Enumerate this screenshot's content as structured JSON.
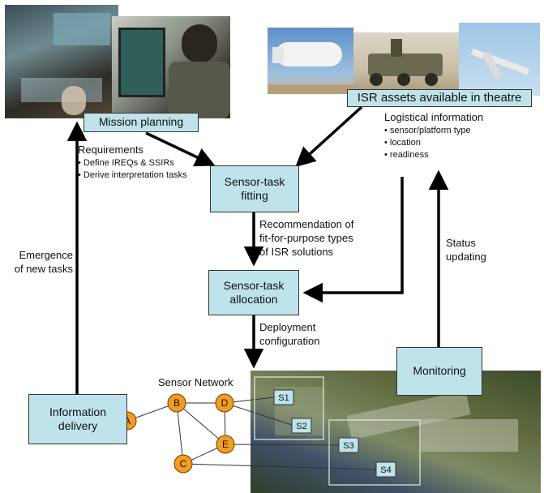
{
  "boxes": {
    "mission_planning": "Mission planning",
    "isr_assets": "ISR assets available in theatre",
    "sensor_task_fitting": [
      "Sensor-task",
      "fitting"
    ],
    "sensor_task_allocation": [
      "Sensor-task",
      "allocation"
    ],
    "information_delivery": [
      "Information",
      "delivery"
    ],
    "monitoring": "Monitoring"
  },
  "requirements": {
    "title": "Requirements",
    "items": [
      "• Define IREQs & SSIRs",
      "• Derive interpretation tasks"
    ]
  },
  "logistical": {
    "title": "Logistical information",
    "items": [
      "• sensor/platform type",
      "• location",
      "• readiness"
    ]
  },
  "recommendation": [
    "Recommendation of",
    "fit-for-purpose types",
    "of ISR solutions"
  ],
  "deployment": [
    "Deployment",
    "configuration"
  ],
  "status": [
    "Status",
    "updating"
  ],
  "emergence": [
    "Emergence",
    "of new tasks"
  ],
  "sensor_network": {
    "title": "Sensor Network",
    "nodes": [
      "A",
      "B",
      "C",
      "D",
      "E"
    ],
    "sensors": [
      "S1",
      "S2",
      "S3",
      "S4"
    ]
  },
  "colors": {
    "box_fill": "#bfe3ea",
    "node_fill": "#f39c1f",
    "arrow": "#000000"
  },
  "icons": [
    "command-center-photo",
    "soldier-console-photo",
    "blimp-photo",
    "robot-vehicle-photo",
    "drone-photo",
    "satellite-map-photo"
  ]
}
